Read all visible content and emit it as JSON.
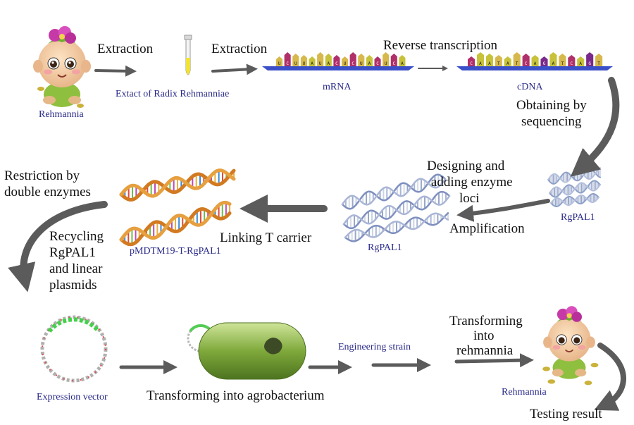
{
  "steps": {
    "extraction_1": "Extraction",
    "extraction_2": "Extraction",
    "reverse_transcription": "Reverse transcription",
    "obtaining_line1": "Obtaining by",
    "obtaining_line2": "sequencing",
    "designing_line1": "Designing and",
    "designing_line2": "adding enzyme",
    "designing_line3": "loci",
    "amplification": "Amplification",
    "linking": "Linking T carrier",
    "restriction_line1": "Restriction by",
    "restriction_line2": "double enzymes",
    "recycling_line1": "Recycling",
    "recycling_line2": "RgPAL1",
    "recycling_line3": "and linear",
    "recycling_line4": "plasmids",
    "transforming_agro": "Transforming into agrobacterium",
    "transforming_reh_line1": "Transforming",
    "transforming_reh_line2": "into",
    "transforming_reh_line3": "rehmannia",
    "testing": "Testing result"
  },
  "labels": {
    "rehmannia_top": "Rehmannia",
    "extract": "Extact of Radix Rehmanniae",
    "mrna": "mRNA",
    "cdna": "cDNA",
    "rgpal1_right": "RgPAL1",
    "rgpal1_mid": "RgPAL1",
    "pmdtm": "pMDTM19-T-RgPAL1",
    "expression_vector": "Expression vector",
    "engineering_strain": "Engineering strain",
    "rehmannia_bottom": "Rehmannia"
  },
  "sequences": {
    "mrna": "UCUUAUACUCUACUCA",
    "cdna": "CAATATCAGATCAGT"
  },
  "colors": {
    "arrow": "#5b5b5b",
    "label_text": "#2a2a8a",
    "strand": "#3a4fc8",
    "bacterium": "#7fa93b"
  }
}
